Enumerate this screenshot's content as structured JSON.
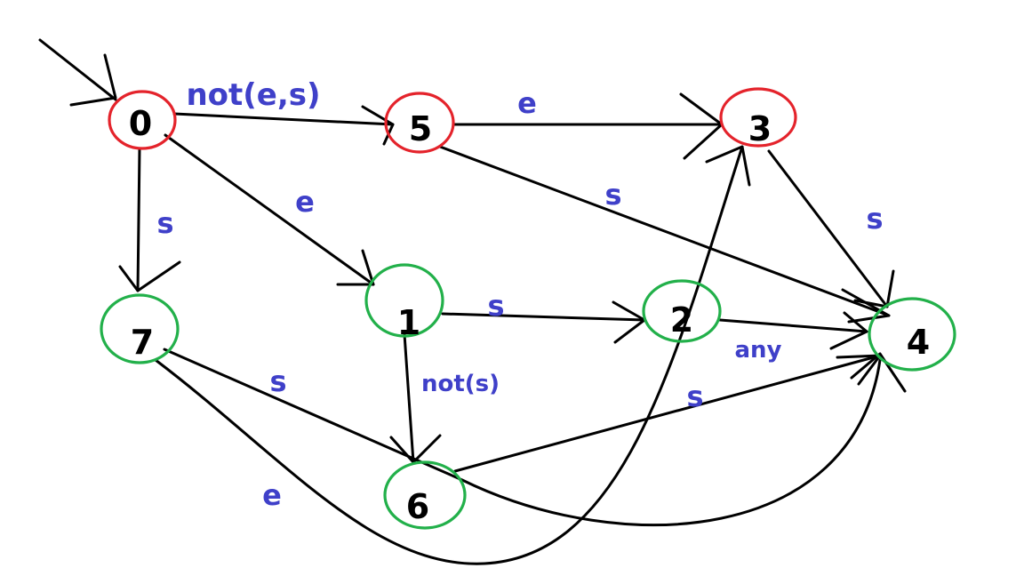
{
  "colors": {
    "non_accepting_state": "#e4232b",
    "accepting_state": "#22b04a",
    "edge": "#000000",
    "edge_label": "#3f40c9"
  },
  "nodes": {
    "n0": {
      "label": "0",
      "color": "#e4232b"
    },
    "n5": {
      "label": "5",
      "color": "#e4232b"
    },
    "n3": {
      "label": "3",
      "color": "#e4232b"
    },
    "n7": {
      "label": "7",
      "color": "#22b04a"
    },
    "n1": {
      "label": "1",
      "color": "#22b04a"
    },
    "n2": {
      "label": "2",
      "color": "#22b04a"
    },
    "n4": {
      "label": "4",
      "color": "#22b04a"
    },
    "n6": {
      "label": "6",
      "color": "#22b04a"
    }
  },
  "edges": {
    "e0_to_5": {
      "label": "not(e,s)"
    },
    "e5_to_3": {
      "label": "e"
    },
    "e0_to_7": {
      "label": "s"
    },
    "e0_to_1": {
      "label": "e"
    },
    "e5_to_4": {
      "label": "s"
    },
    "e3_to_4": {
      "label": "s"
    },
    "e1_to_2": {
      "label": "s"
    },
    "e1_to_6": {
      "label": "not(s)"
    },
    "e2_to_4": {
      "label": "any"
    },
    "e6_to_4": {
      "label": "s"
    },
    "e7_to_4": {
      "label": "s"
    },
    "e7_to_3": {
      "label": "e"
    }
  }
}
